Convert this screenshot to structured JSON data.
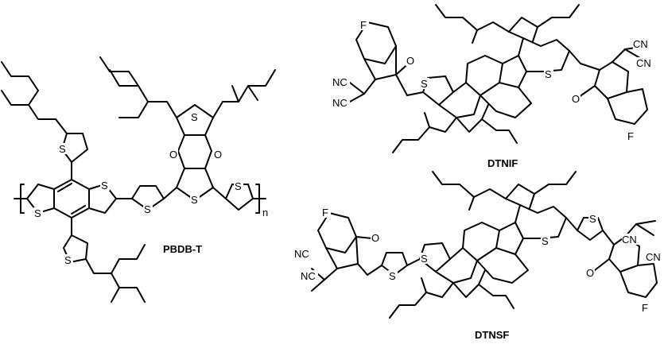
{
  "compounds": [
    {
      "id": "pbdbt",
      "name": "PBDB-T",
      "repeat_label": "n"
    },
    {
      "id": "dtnif",
      "name": "DTNIF"
    },
    {
      "id": "dtnsf",
      "name": "DTNSF"
    }
  ],
  "atoms": {
    "sulfur": "S",
    "oxygen": "O",
    "fluorine": "F",
    "cyano": "CN",
    "cyano_left": "NC"
  }
}
